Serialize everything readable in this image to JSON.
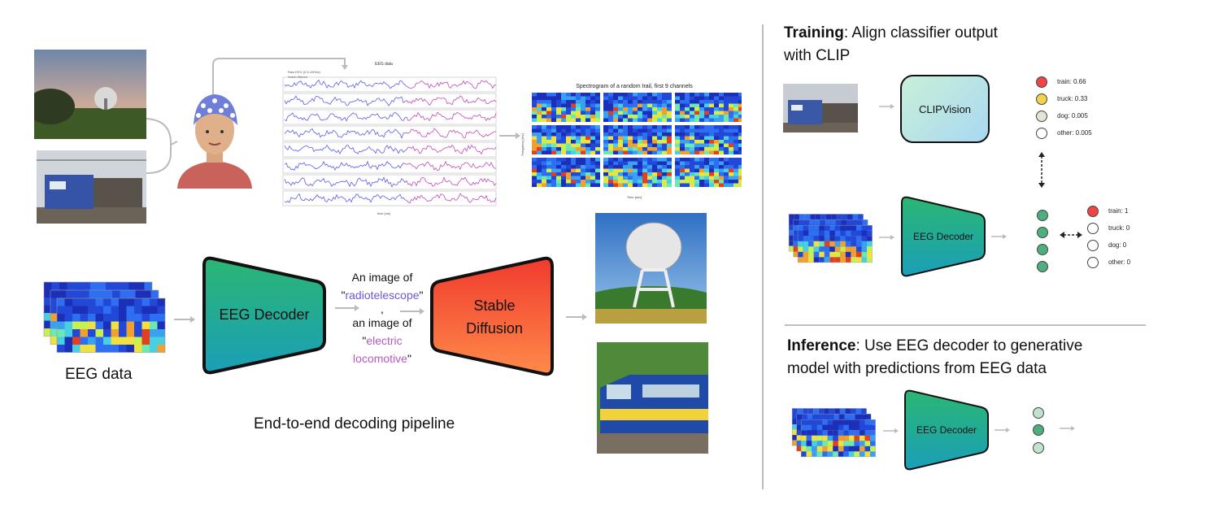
{
  "training": {
    "title_bold": "Training",
    "title_rest": ": Align classifier output",
    "title_line2": "with CLIP",
    "clip_label": "CLIPVision",
    "decoder_label": "EEG Decoder",
    "clip_probs": [
      {
        "label": "train: 0.66",
        "color": "#f04545"
      },
      {
        "label": "truck: 0.33",
        "color": "#f2d24a"
      },
      {
        "label": "dog:   0.005",
        "color": "#e0e6d6"
      },
      {
        "label": "other: 0.005",
        "color": "#ffffff"
      }
    ],
    "target_probs": [
      {
        "label": "train: 1",
        "color": "#f04545"
      },
      {
        "label": "truck: 0",
        "color": "#ffffff"
      },
      {
        "label": "dog:   0",
        "color": "#ffffff"
      },
      {
        "label": "other: 0",
        "color": "#ffffff"
      }
    ]
  },
  "inference": {
    "title_bold": "Inference",
    "title_rest": ": Use EEG decoder to generative",
    "title_line2": "model with predictions from EEG data",
    "decoder_label": "EEG Decoder"
  },
  "pipeline": {
    "eeg_label": "EEG data",
    "decoder_label": "EEG Decoder",
    "prompt_pre1": "An image of",
    "prompt_word1": "radiotelescope",
    "prompt_sep": ",",
    "prompt_pre2": "an image of",
    "prompt_word2": "electric",
    "prompt_word2b": "locomotive",
    "diffusion_line1": "Stable",
    "diffusion_line2": "Diffusion",
    "caption": "End-to-end decoding pipeline"
  },
  "plots": {
    "eeg_title": "EEG data",
    "eeg_legend1": "Raw EEG (0.5-100Hz)",
    "eeg_legend2": "Notch-filtered",
    "eeg_xlabel": "time (ms)",
    "spectro_title": "Spectrogram of a random trail, first 9 channels",
    "spectro_ylabel": "Frequency [Hz]",
    "spectro_xlabel": "Time [sec]"
  },
  "colors": {
    "decoder_top": "#2bb673",
    "decoder_bottom": "#1aa0b8",
    "diffusion_top": "#f03a2e",
    "diffusion_bottom": "#ff8a4a",
    "arrow": "#bbbbbb",
    "prompt_word1": "#6a5ad8",
    "prompt_word2": "#b45ac0"
  }
}
